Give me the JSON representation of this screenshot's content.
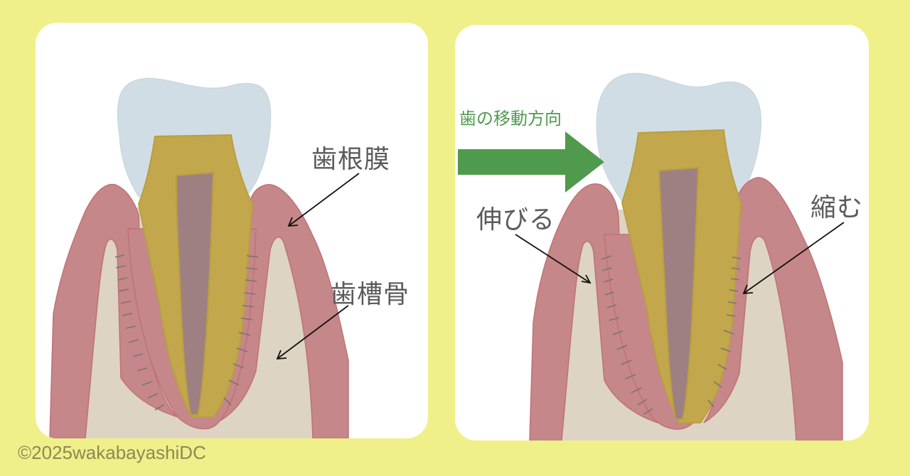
{
  "left_panel": {
    "title": "normal-state",
    "labels": {
      "periodontal_ligament": "歯根膜",
      "alveolar_bone": "歯槽骨"
    }
  },
  "right_panel": {
    "title": "tooth-movement-state",
    "movement_label": "歯の移動方向",
    "labels": {
      "stretch": "伸びる",
      "compress": "縮む"
    }
  },
  "colors": {
    "background": "#eff08a",
    "panel": "#ffffff",
    "enamel": "#d1dde5",
    "dentin": "#c2a74c",
    "pulp": "#9e8083",
    "gum": "#c58789",
    "bone": "#ddd4c3",
    "arrow_green": "#4f9a4c",
    "label_text": "#5b5b5b"
  },
  "footer": {
    "copyright": "©2025wakabayashiDC"
  }
}
